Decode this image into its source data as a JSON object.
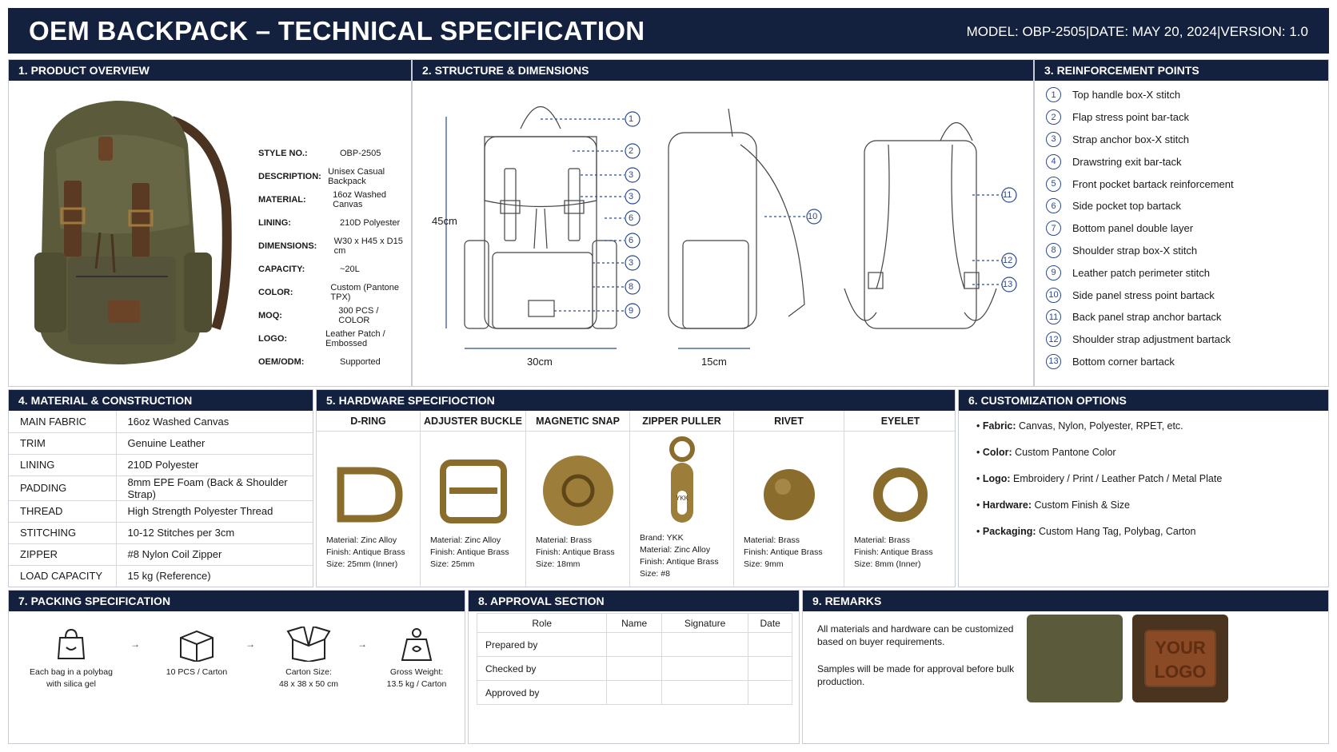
{
  "header": {
    "title": "OEM BACKPACK – TECHNICAL SPECIFICATION",
    "model": "MODEL: OBP-2505",
    "date": "DATE: MAY 20, 2024",
    "version": "VERSION: 1.0",
    "sep": "|"
  },
  "overview": {
    "title": "1. PRODUCT OVERVIEW",
    "rows": [
      {
        "k": "STYLE NO.:",
        "v": "OBP-2505"
      },
      {
        "k": "DESCRIPTION:",
        "v": "Unisex Casual Backpack"
      },
      {
        "k": "MATERIAL:",
        "v": "16oz Washed Canvas"
      },
      {
        "k": "LINING:",
        "v": "210D Polyester"
      },
      {
        "k": "DIMENSIONS:",
        "v": "W30 x H45 x D15 cm"
      },
      {
        "k": "CAPACITY:",
        "v": "~20L"
      },
      {
        "k": "COLOR:",
        "v": "Custom (Pantone TPX)"
      },
      {
        "k": "MOQ:",
        "v": "300 PCS / COLOR"
      },
      {
        "k": "LOGO:",
        "v": "Leather Patch / Embossed"
      },
      {
        "k": "OEM/ODM:",
        "v": "Supported"
      }
    ]
  },
  "structure": {
    "title": "2. STRUCTURE & DIMENSIONS",
    "height": "45cm",
    "width": "30cm",
    "depth": "15cm",
    "front_callouts": [
      "1",
      "2",
      "3",
      "3",
      "6",
      "6",
      "3",
      "8",
      "9"
    ],
    "side_callouts": [
      "10"
    ],
    "back_callouts": [
      "11",
      "12",
      "13"
    ]
  },
  "reinforcement": {
    "title": "3. REINFORCEMENT POINTS",
    "items": [
      {
        "n": "1",
        "t": "Top handle box-X stitch"
      },
      {
        "n": "2",
        "t": "Flap stress point bar-tack"
      },
      {
        "n": "3",
        "t": "Strap anchor box-X stitch"
      },
      {
        "n": "4",
        "t": "Drawstring exit bar-tack"
      },
      {
        "n": "5",
        "t": "Front pocket bartack reinforcement"
      },
      {
        "n": "6",
        "t": "Side pocket top bartack"
      },
      {
        "n": "7",
        "t": "Bottom panel double layer"
      },
      {
        "n": "8",
        "t": "Shoulder strap box-X stitch"
      },
      {
        "n": "9",
        "t": "Leather patch perimeter stitch"
      },
      {
        "n": "10",
        "t": "Side panel stress point bartack"
      },
      {
        "n": "11",
        "t": "Back panel strap anchor bartack"
      },
      {
        "n": "12",
        "t": "Shoulder strap adjustment bartack"
      },
      {
        "n": "13",
        "t": "Bottom corner bartack"
      }
    ]
  },
  "material": {
    "title": "4. MATERIAL & CONSTRUCTION",
    "rows": [
      {
        "k": "MAIN FABRIC",
        "v": "16oz Washed Canvas"
      },
      {
        "k": "TRIM",
        "v": "Genuine Leather"
      },
      {
        "k": "LINING",
        "v": "210D Polyester"
      },
      {
        "k": "PADDING",
        "v": "8mm EPE Foam (Back & Shoulder Strap)"
      },
      {
        "k": "THREAD",
        "v": "High Strength Polyester Thread"
      },
      {
        "k": "STITCHING",
        "v": "10-12 Stitches per 3cm"
      },
      {
        "k": "ZIPPER",
        "v": "#8 Nylon Coil Zipper"
      },
      {
        "k": "LOAD CAPACITY",
        "v": "15 kg (Reference)"
      }
    ]
  },
  "hardware": {
    "title": "5. HARDWARE SPECIFIOCTION",
    "items": [
      {
        "name": "D-RING",
        "lines": [
          "Material: Zinc Alloy",
          "Finish: Antique Brass",
          "Size: 25mm (Inner)"
        ]
      },
      {
        "name": "ADJUSTER BUCKLE",
        "lines": [
          "Material: Zinc Alloy",
          "Finish: Antique Brass",
          "Size: 25mm"
        ]
      },
      {
        "name": "MAGNETIC SNAP",
        "lines": [
          "Material: Brass",
          "Finish: Antique Brass",
          "Size: 18mm"
        ]
      },
      {
        "name": "ZIPPER PULLER",
        "lines": [
          "Brand: YKK",
          "Material: Zinc Alloy",
          "Finish: Antique Brass",
          "Size: #8"
        ]
      },
      {
        "name": "RIVET",
        "lines": [
          "Material: Brass",
          "Finish: Antique Brass",
          "Size: 9mm"
        ]
      },
      {
        "name": "EYELET",
        "lines": [
          "Material: Brass",
          "Finish: Antique Brass",
          "Size: 8mm (Inner)"
        ]
      }
    ],
    "puller_mark": "YKK"
  },
  "custom": {
    "title": "6. CUSTOMIZATION OPTIONS",
    "items": [
      {
        "k": "Fabric:",
        "v": " Canvas, Nylon, Polyester, RPET, etc."
      },
      {
        "k": "Color:",
        "v": " Custom Pantone Color"
      },
      {
        "k": "Logo:",
        "v": " Embroidery / Print / Leather Patch / Metal Plate"
      },
      {
        "k": "Hardware:",
        "v": " Custom Finish & Size"
      },
      {
        "k": "Packaging:",
        "v": " Custom Hang Tag, Polybag, Carton"
      }
    ]
  },
  "packing": {
    "title": "7. PACKING SPECIFICATION",
    "steps": [
      {
        "l1": "Each bag in a polybag",
        "l2": "with silica gel"
      },
      {
        "l1": "10 PCS / Carton",
        "l2": ""
      },
      {
        "l1": "Carton Size:",
        "l2": "48 x 38 x 50 cm"
      },
      {
        "l1": "Gross Weight:",
        "l2": "13.5 kg / Carton"
      }
    ],
    "arrow": "→"
  },
  "approval": {
    "title": "8. APPROVAL SECTION",
    "cols": [
      "Role",
      "Name",
      "Signature",
      "Date"
    ],
    "rows": [
      "Prepared by",
      "Checked by",
      "Approved by"
    ]
  },
  "remarks": {
    "title": "9. REMARKS",
    "p1": "All materials and hardware can be customized based on buyer requirements.",
    "p2": "Samples will be made for approval before bulk production.",
    "logo1": "YOUR",
    "logo2": "LOGO"
  },
  "colors": {
    "navy": "#13213f",
    "brass": "#8a6d2c",
    "olive": "#5b5a3a",
    "leather": "#8a4a25"
  }
}
